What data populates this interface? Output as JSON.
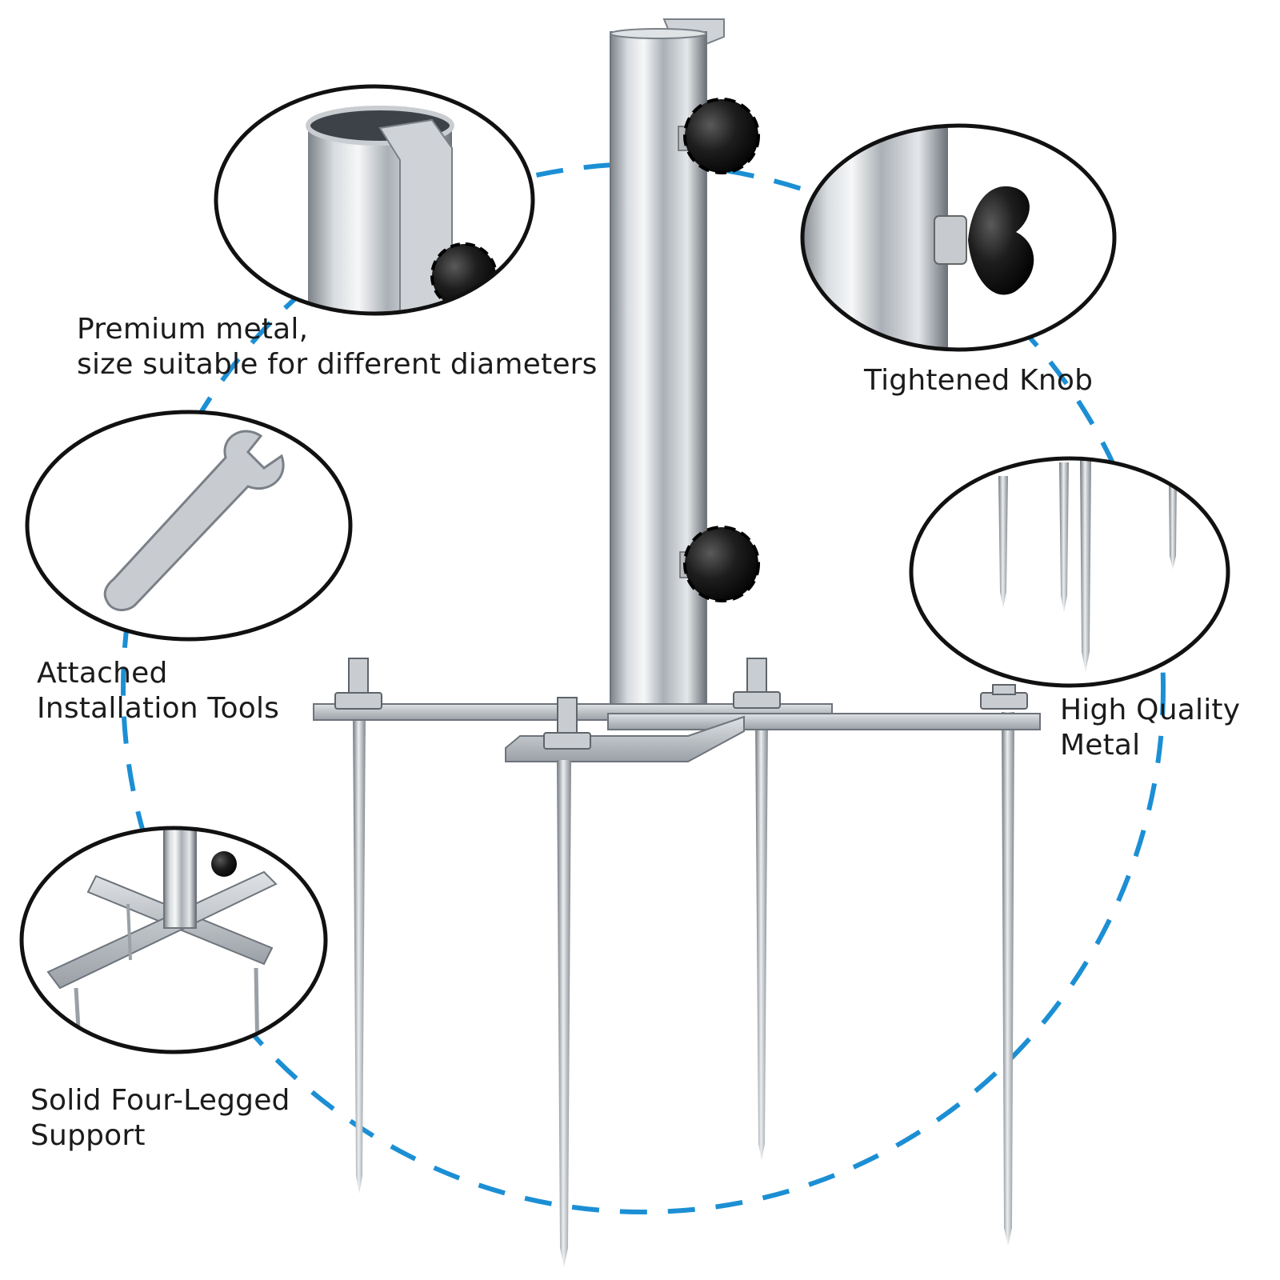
{
  "features": [
    {
      "id": "premium-metal",
      "lines": [
        "Premium metal,",
        "size suitable for different diameters"
      ]
    },
    {
      "id": "tightened-knob",
      "lines": [
        "Tightened Knob"
      ]
    },
    {
      "id": "installation-tools",
      "lines": [
        "Attached",
        "Installation Tools"
      ]
    },
    {
      "id": "quality-metal",
      "lines": [
        "High Quality",
        "Metal"
      ]
    },
    {
      "id": "four-legged",
      "lines": [
        "Solid Four-Legged",
        "Support"
      ]
    }
  ],
  "colors": {
    "dashed_ring": "#1c8fd4",
    "callout_border": "#111111",
    "metal_light": "#eef0f2",
    "metal_mid": "#b9bec4",
    "metal_dark": "#6e747b",
    "knob": "#1a1a1a",
    "text": "#1b1b1b"
  },
  "icons": [
    "dashed-ring",
    "umbrella-stand",
    "tube-closeup",
    "knob-closeup",
    "wrench",
    "spikes-closeup",
    "base-closeup"
  ]
}
